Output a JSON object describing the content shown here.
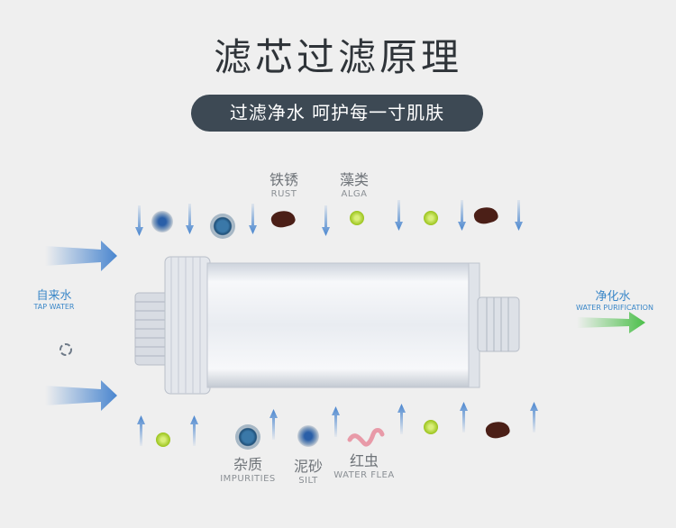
{
  "title": "滤芯过滤原理",
  "subtitle": "过滤净水 呵护每一寸肌肤",
  "inlet": {
    "cn": "自来水",
    "en": "TAP WATER"
  },
  "outlet": {
    "cn": "净化水",
    "en": "WATER PURIFICATION"
  },
  "top_labels": [
    {
      "cn": "铁锈",
      "en": "RUST"
    },
    {
      "cn": "藻类",
      "en": "ALGA"
    }
  ],
  "bottom_labels": [
    {
      "cn": "杂质",
      "en": "IMPURITIES"
    },
    {
      "cn": "泥砂",
      "en": "SILT"
    },
    {
      "cn": "红虫",
      "en": "WATER FLEA"
    }
  ],
  "colors": {
    "arrow_blue": "#4a86cf",
    "arrow_green": "#4cbf4a",
    "pill": "#3d4954"
  }
}
